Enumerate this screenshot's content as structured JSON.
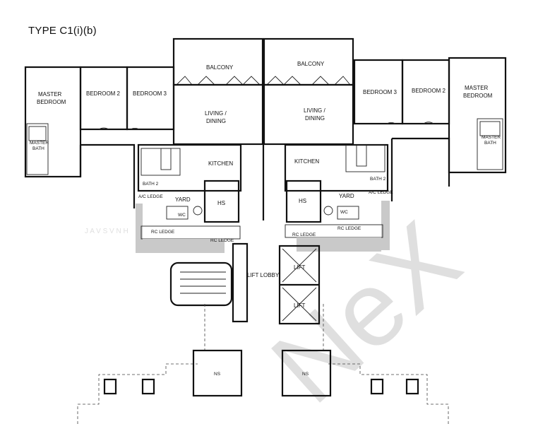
{
  "title": "TYPE C1(i)(b)",
  "rooms": {
    "master_bedroom": "MASTER BEDROOM",
    "master_bedroom_line1": "MASTER",
    "master_bedroom_line2": "BEDROOM",
    "bedroom_2": "BEDROOM 2",
    "bedroom_3": "BEDROOM 3",
    "master_bath_line1": "MASTER",
    "master_bath_line2": "BATH",
    "balcony": "BALCONY",
    "living_line1": "LIVING /",
    "living_line2": "DINING",
    "kitchen": "KITCHEN",
    "bath_2": "BATH 2",
    "ac_ledge": "A/C LEDGE",
    "yard": "YARD",
    "wc": "WC",
    "hs": "HS",
    "rc_ledge": "RC LEDGE",
    "lift_lobby": "LIFT LOBBY",
    "lift": "LIFT",
    "ns": "NS"
  },
  "watermark": {
    "brand": "NeX",
    "faint_text": "J A  V S  V  N  H"
  }
}
